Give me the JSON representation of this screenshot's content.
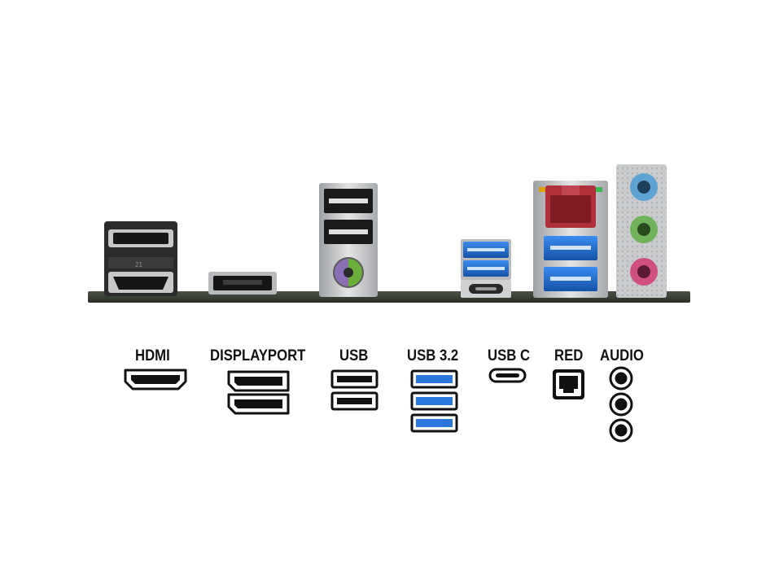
{
  "legend": {
    "items": [
      {
        "id": "hdmi",
        "label": "HDMI",
        "port_count": 1
      },
      {
        "id": "displayport",
        "label": "DISPLAYPORT",
        "port_count": 2
      },
      {
        "id": "usb",
        "label": "USB",
        "port_count": 2
      },
      {
        "id": "usb32",
        "label": "USB 3.2",
        "port_count": 3
      },
      {
        "id": "usbc",
        "label": "USB C",
        "port_count": 1
      },
      {
        "id": "red",
        "label": "RED",
        "port_count": 1
      },
      {
        "id": "audio",
        "label": "AUDIO",
        "port_count": 3
      }
    ]
  },
  "photo": {
    "ports_left_to_right": [
      "hdmi-displayport-stack",
      "displayport",
      "usb-2x-ps2",
      "usb3.2-usbc-stack",
      "ethernet-usb3.2-stack",
      "audio-jacks"
    ],
    "colors": {
      "pcb": "#3a4034",
      "bracket_metal": "#c9cbcd",
      "port_black": "#1a1a1a",
      "usb3_blue": "#1f6ed4",
      "ethernet_red": "#b0303a",
      "ps2_purple": "#8a6fb4",
      "ps2_green": "#6cae3a",
      "audio_blue": "#5fa3d4",
      "audio_green": "#6fb35a",
      "audio_pink": "#cf4f7f"
    }
  }
}
